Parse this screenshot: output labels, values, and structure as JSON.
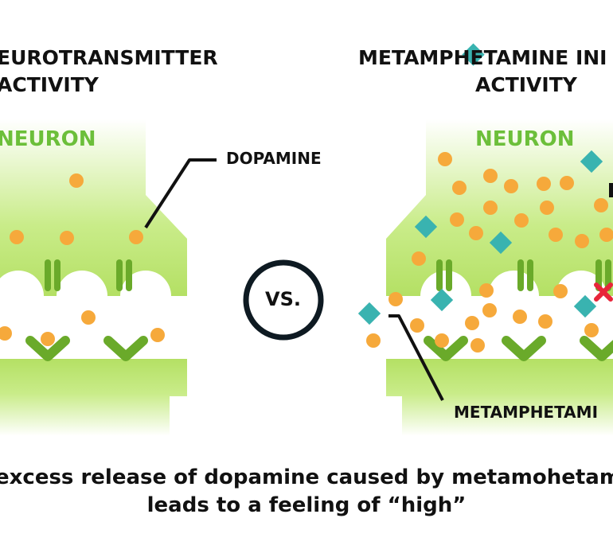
{
  "left_panel": {
    "title_line1": "EUROTRANSMITTER",
    "title_line2": "ACTIVITY",
    "neuron_label": "NEURON",
    "dopamine_label": "DOPAMINE"
  },
  "vs_label": "VS.",
  "right_panel": {
    "title_line1": "METAMPHETAMINE INI",
    "title_line2": "ACTIVITY",
    "neuron_label": "NEURON",
    "meth_label": "METAMPHETAMI"
  },
  "caption": {
    "line1": "excess release of dopamine caused by metamohetami",
    "line2": "leads to a feeling of “high”"
  },
  "colors": {
    "neuron_green": "#b7e26a",
    "label_green": "#6cbf3a",
    "receptor_green": "#6aaa2a",
    "dopamine_orange": "#f6a93b",
    "meth_teal": "#39b3b0",
    "block_red": "#e8253a"
  }
}
